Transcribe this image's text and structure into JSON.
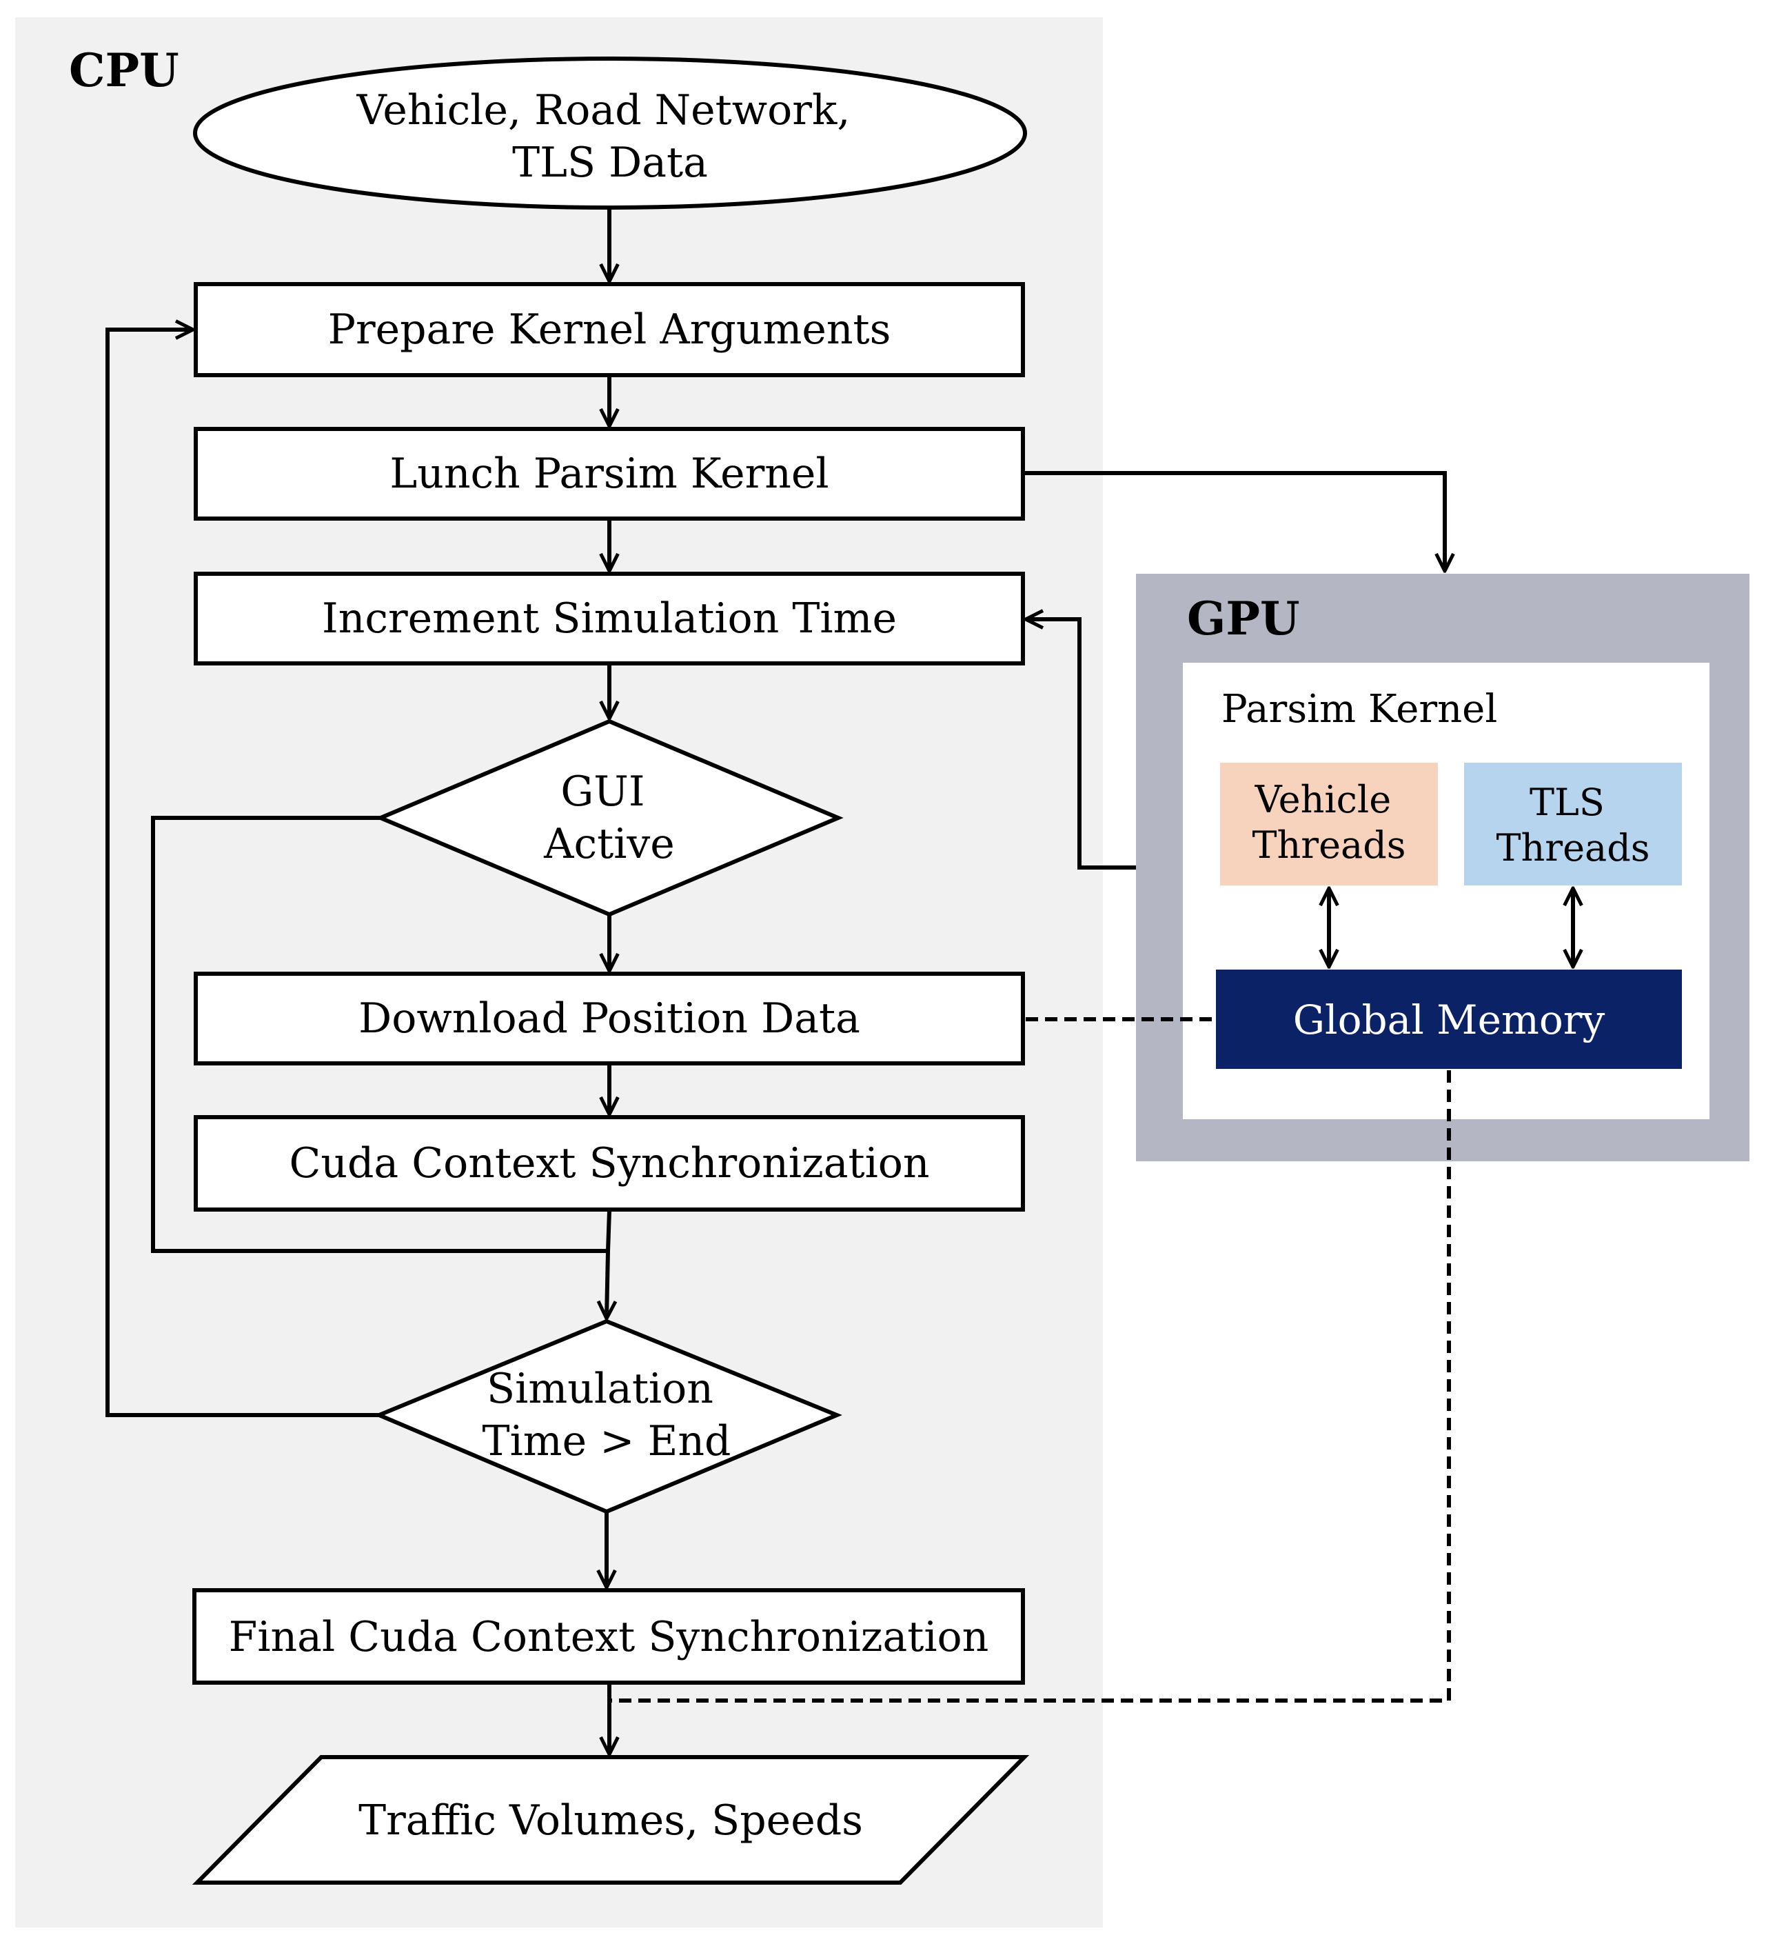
{
  "regions": {
    "cpu_label": "CPU",
    "gpu_label": "GPU"
  },
  "nodes": {
    "input_data": [
      "Vehicle, Road Network,",
      "TLS Data"
    ],
    "prepare_kernel_arguments": "Prepare Kernel Arguments",
    "launch_kernel": "Lunch Parsim Kernel",
    "increment_time": "Increment Simulation Time",
    "gui_active": [
      "GUI",
      "Active"
    ],
    "download_position_data": "Download Position Data",
    "cuda_sync": "Cuda Context Synchronization",
    "simulation_end_check": [
      "Simulation",
      "Time > End"
    ],
    "final_cuda_sync": "Final Cuda Context Synchronization",
    "output": "Traffic Volumes, Speeds"
  },
  "gpu": {
    "kernel_label": "Parsim Kernel",
    "vehicle_threads": [
      "Vehicle",
      "Threads"
    ],
    "tls_threads": [
      "TLS",
      "Threads"
    ],
    "global_memory": "Global Memory"
  },
  "colors": {
    "cpu_background": "#f1f1f1",
    "gpu_frame": "#b4b6c3",
    "vehicle_threads": "#f7d3bd",
    "tls_threads": "#b7d4ee",
    "global_memory": "#0b2366",
    "line": "#000000"
  }
}
